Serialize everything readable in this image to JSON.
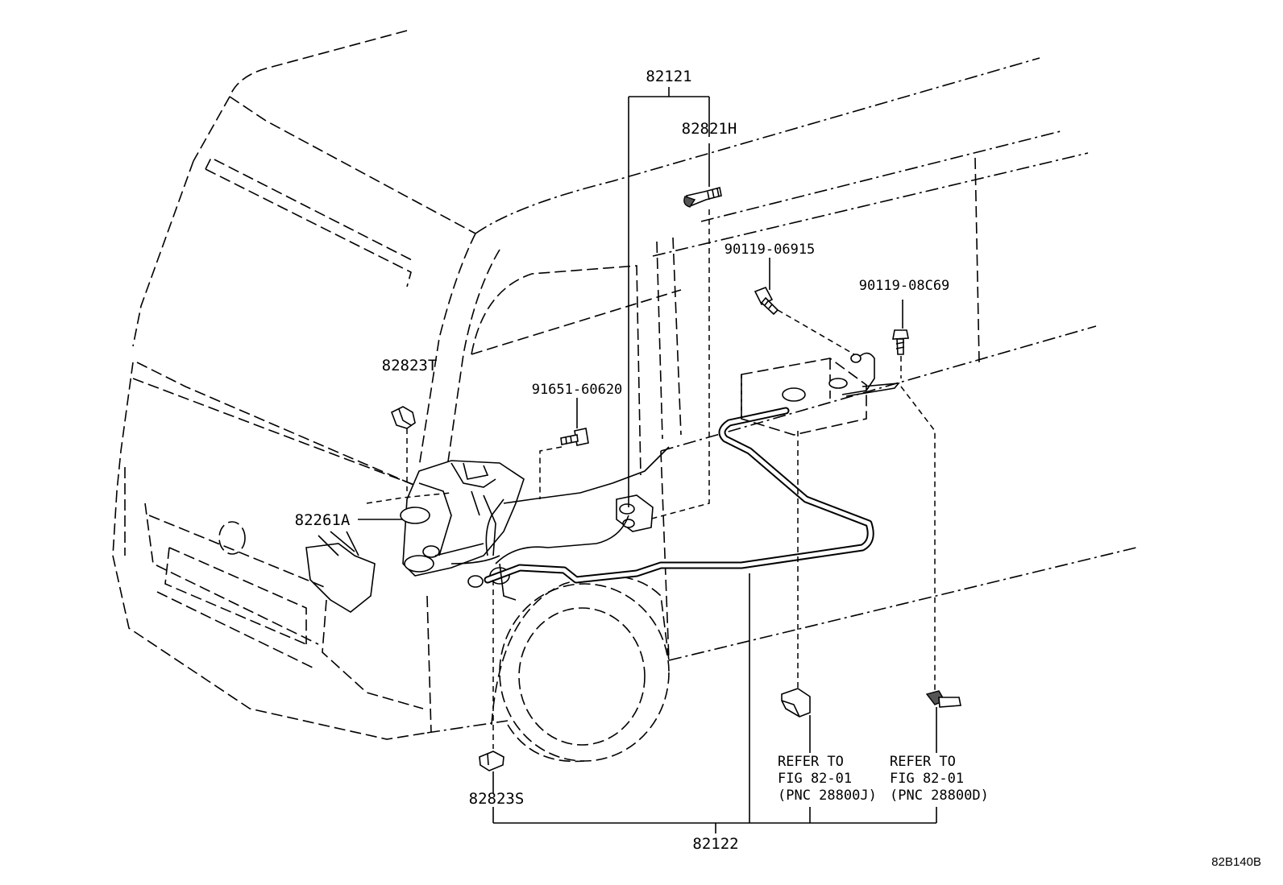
{
  "diagram": {
    "labels": {
      "p82121": "82121",
      "p82821H": "82821H",
      "p90119_06915": "90119-06915",
      "p90119_08C69": "90119-08C69",
      "p82823T": "82823T",
      "p91651_60620": "91651-60620",
      "p82261A": "82261A",
      "p82823S": "82823S",
      "p82122": "82122"
    },
    "refer_left": {
      "line1": "REFER TO",
      "line2": "FIG 82-01",
      "line3": "(PNC 28800J)"
    },
    "refer_right": {
      "line1": "REFER TO",
      "line2": "FIG 82-01",
      "line3": "(PNC 28800D)"
    },
    "figure_code": "82B140B"
  }
}
